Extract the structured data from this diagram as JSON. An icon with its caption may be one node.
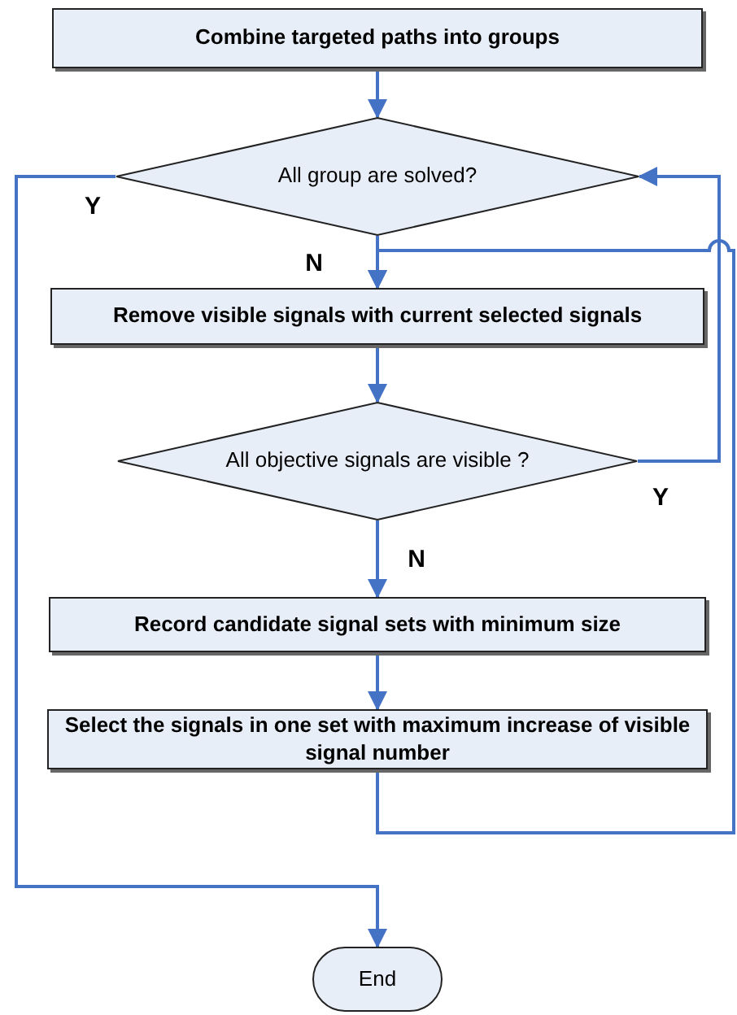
{
  "diagram": {
    "nodes": [
      {
        "text": [
          "Combine targeted paths into groups"
        ]
      },
      {
        "text": [
          "All group are solved?"
        ]
      },
      {
        "text": [
          "Remove visible signals with current selected signals"
        ]
      },
      {
        "text": [
          "All objective signals are visible ?"
        ]
      },
      {
        "text": [
          "Record candidate signal sets with minimum size"
        ]
      },
      {
        "text": [
          "Select the signals in one set with maximum increase of visible signal number"
        ]
      },
      {
        "text": [
          "End"
        ]
      }
    ],
    "edges": [
      {
        "from": 0,
        "to": 1,
        "arrow": "to"
      },
      {
        "from": 1,
        "to": 6,
        "arrow": "to",
        "label": "Y"
      },
      {
        "from": 1,
        "to": 2,
        "arrow": "to",
        "label": "N"
      },
      {
        "from": 2,
        "to": 3,
        "arrow": "to"
      },
      {
        "from": 3,
        "to": 1,
        "arrow": "to",
        "label": "Y"
      },
      {
        "from": 3,
        "to": 4,
        "arrow": "to",
        "label": "N"
      },
      {
        "from": 4,
        "to": 5,
        "arrow": "to"
      },
      {
        "from": 5,
        "to": 2,
        "arrow": "to"
      }
    ]
  }
}
